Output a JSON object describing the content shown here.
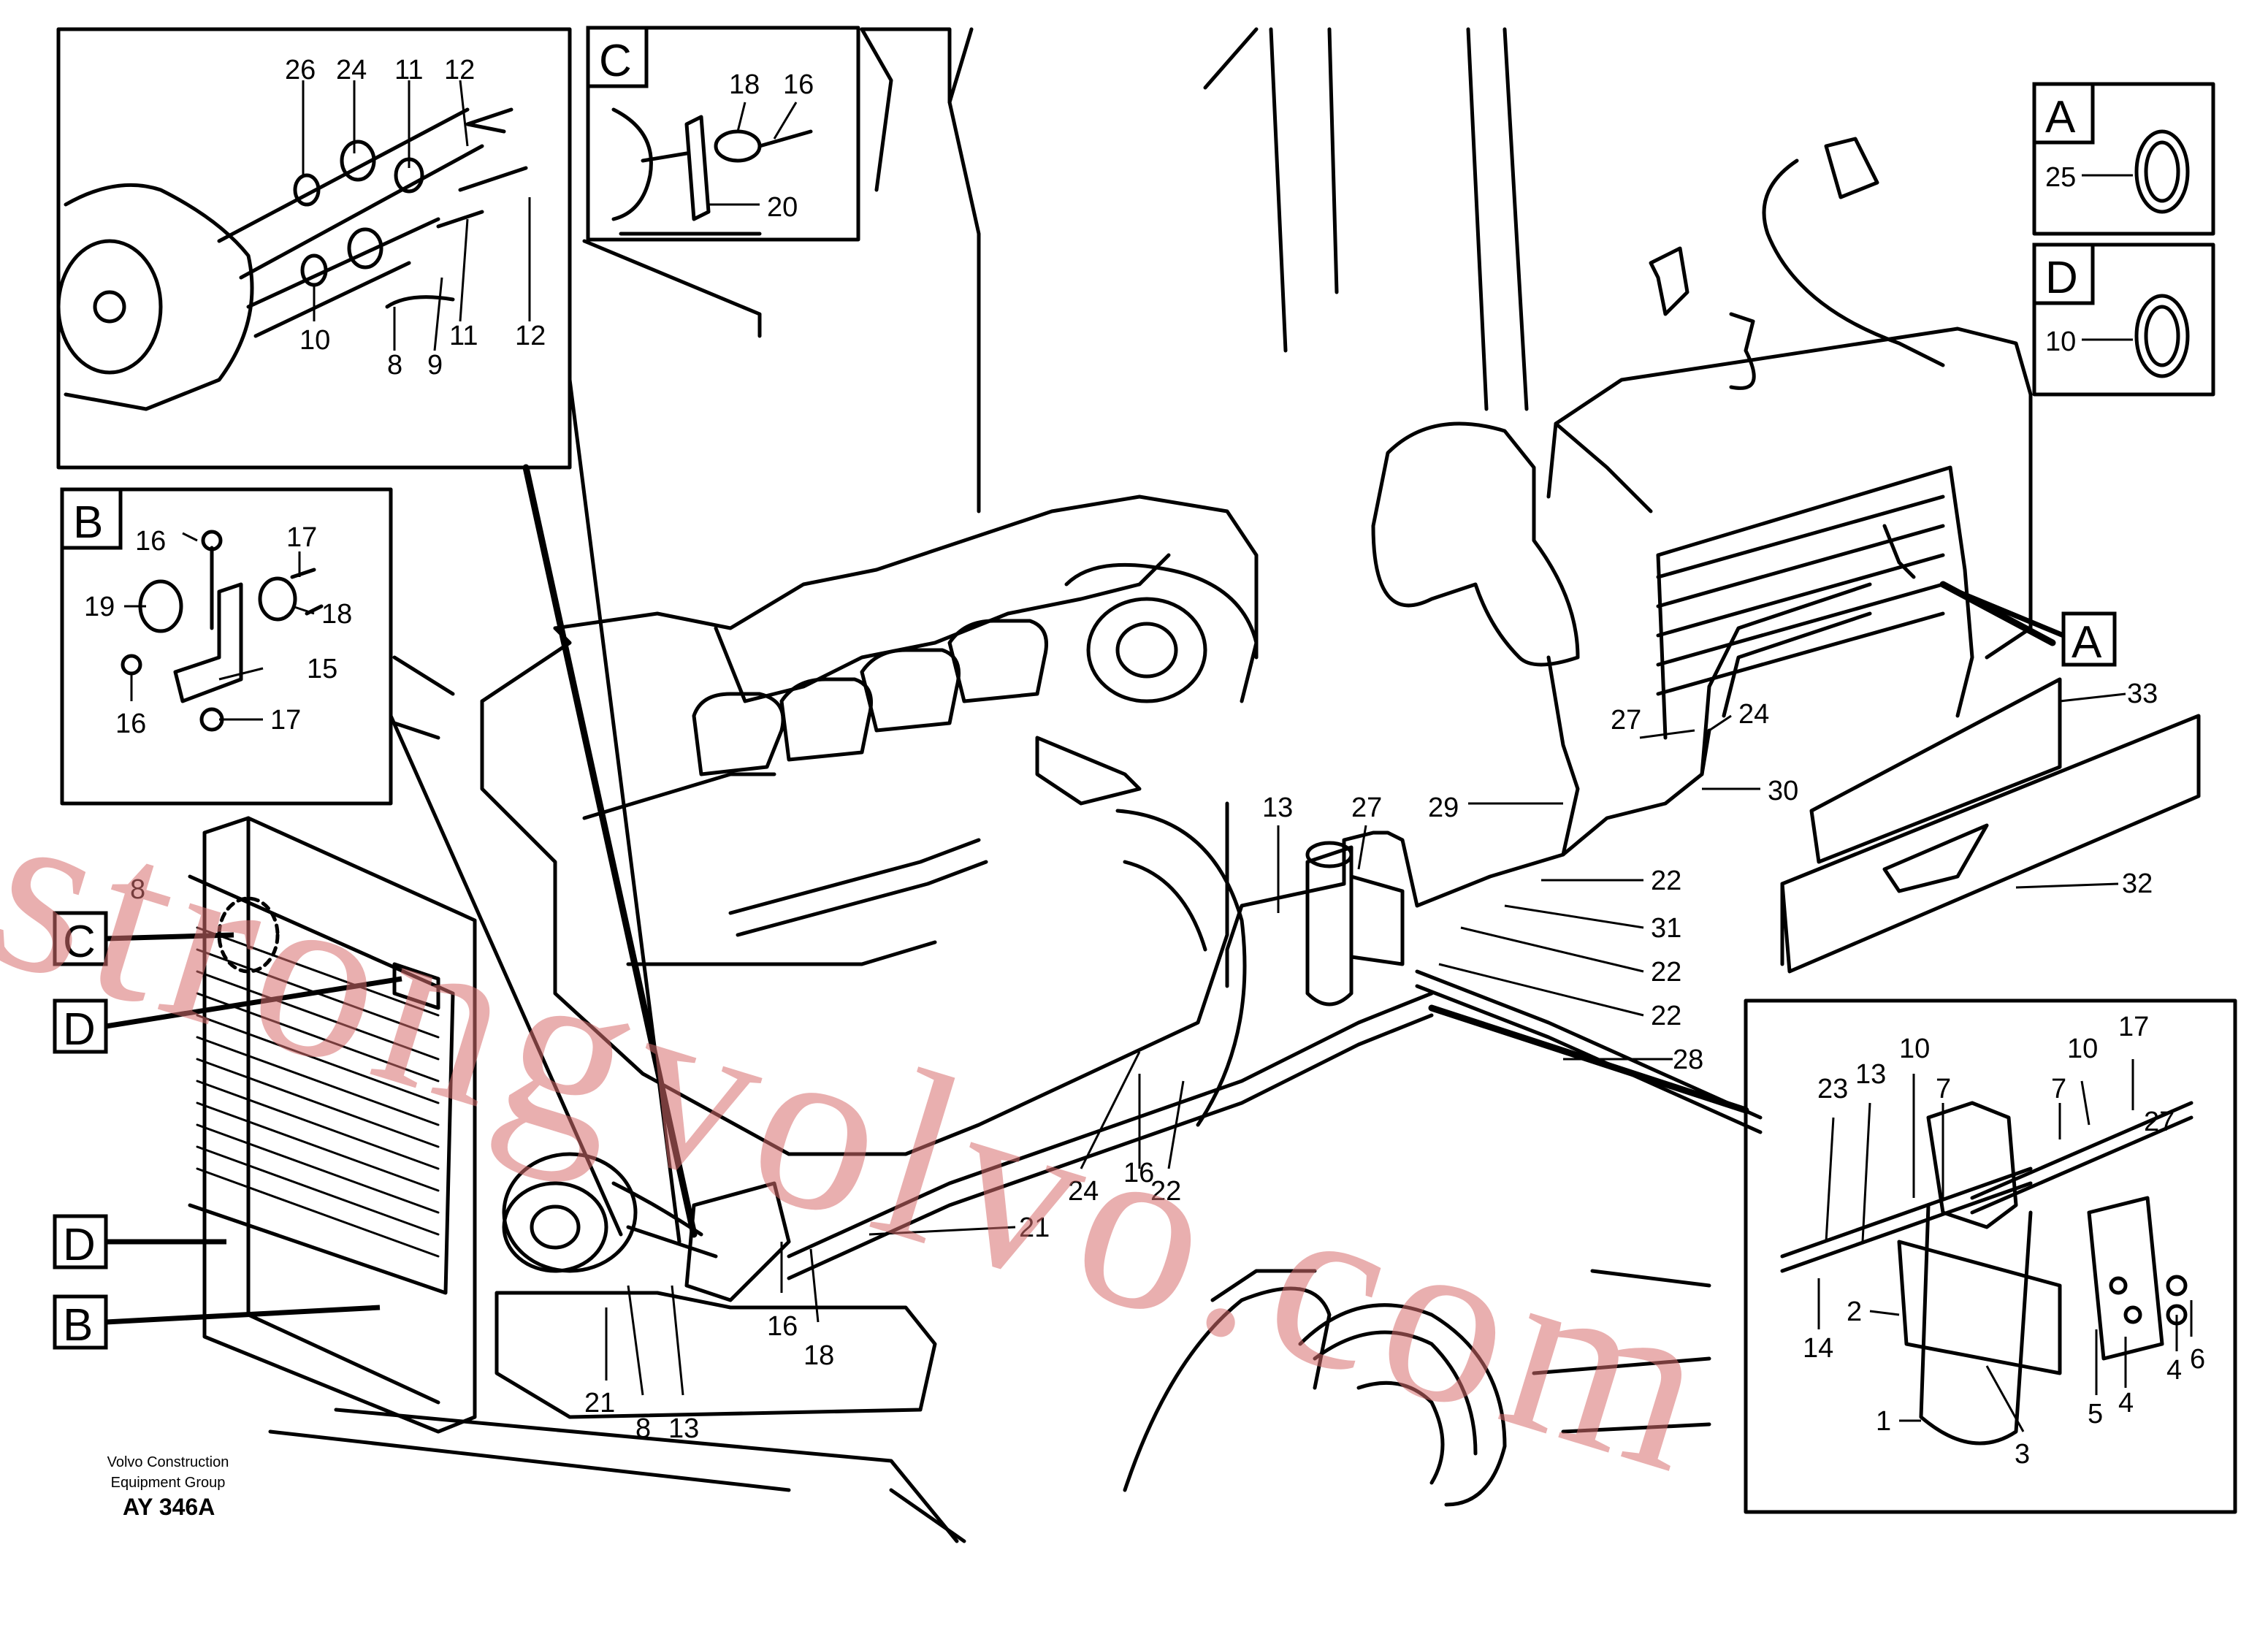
{
  "callouts": {
    "A": "A",
    "B": "B",
    "C": "C",
    "D": "D"
  },
  "inset_top_left": [
    "26",
    "24",
    "11",
    "12",
    "10",
    "8",
    "9",
    "11",
    "12"
  ],
  "inset_c": [
    "18",
    "16",
    "20"
  ],
  "inset_a": [
    "25"
  ],
  "inset_d": [
    "10"
  ],
  "inset_b": [
    "16",
    "17",
    "19",
    "18",
    "15",
    "16",
    "17"
  ],
  "main": [
    "13",
    "27",
    "29",
    "30",
    "27",
    "24",
    "33",
    "32",
    "22",
    "31",
    "22",
    "22",
    "28",
    "8",
    "21",
    "24",
    "16",
    "22",
    "16",
    "18",
    "21",
    "8",
    "13"
  ],
  "inset_drier": [
    "23",
    "13",
    "10",
    "7",
    "10",
    "7",
    "17",
    "27",
    "14",
    "2",
    "1",
    "3",
    "5",
    "4",
    "4",
    "6"
  ],
  "credit": {
    "line1": "Volvo Construction",
    "line2": "Equipment Group"
  },
  "drawing_ref": "AY 346A",
  "watermark": "strongvolvo.com",
  "colors": {
    "line": "#000000",
    "watermark": "#d76e6e",
    "background": "#ffffff"
  }
}
